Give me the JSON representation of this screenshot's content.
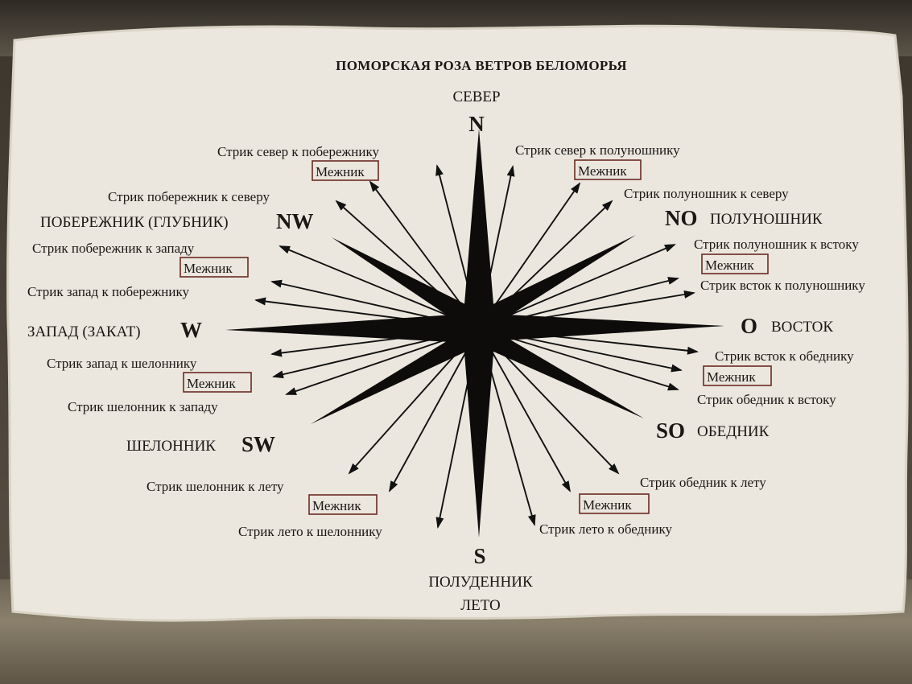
{
  "title": "ПОМОРСКАЯ РОЗА ВЕТРОВ БЕЛОМОРЬЯ",
  "cardinals": {
    "north": {
      "code": "N",
      "name": "СЕВЕР"
    },
    "south": {
      "code": "S",
      "name_line1": "ПОЛУДЕННИК",
      "name_line2": "ЛЕТО"
    },
    "east": {
      "code": "O",
      "name": "ВОСТОК"
    },
    "west": {
      "code": "W",
      "name": "ЗАПАД (ЗАКАТ)"
    }
  },
  "intercardinals": {
    "nw": {
      "code": "NW",
      "name": "ПОБЕРЕЖНИК (ГЛУБНИК)"
    },
    "ne": {
      "code": "NO",
      "name": "ПОЛУНОШНИК"
    },
    "se": {
      "code": "SO",
      "name": "ОБЕДНИК"
    },
    "sw": {
      "code": "SW",
      "name": "ШЕЛОННИК"
    }
  },
  "mezhnik_label": "Межник",
  "striks": {
    "n_to_nw": "Стрик север к побережнику",
    "n_to_ne": "Стрик север к полуношнику",
    "nw_to_n": "Стрик побережник к северу",
    "ne_to_n": "Стрик полуношник к северу",
    "nw_to_w": "Стрик побережник к западу",
    "ne_to_e": "Стрик полуношник к встоку",
    "w_to_nw": "Стрик запад к побережнику",
    "e_to_ne": "Стрик всток к полуношнику",
    "w_to_sw": "Стрик запад к шелоннику",
    "e_to_se": "Стрик всток к обеднику",
    "sw_to_w": "Стрик шелонник к западу",
    "se_to_e": "Стрик обедник к встоку",
    "sw_to_s": "Стрик шелонник  к лету",
    "se_to_s": "Стрик обедник к лету",
    "s_to_sw": "Стрик лето к шелоннику",
    "s_to_se": "Стрик лето к обеднику"
  }
}
